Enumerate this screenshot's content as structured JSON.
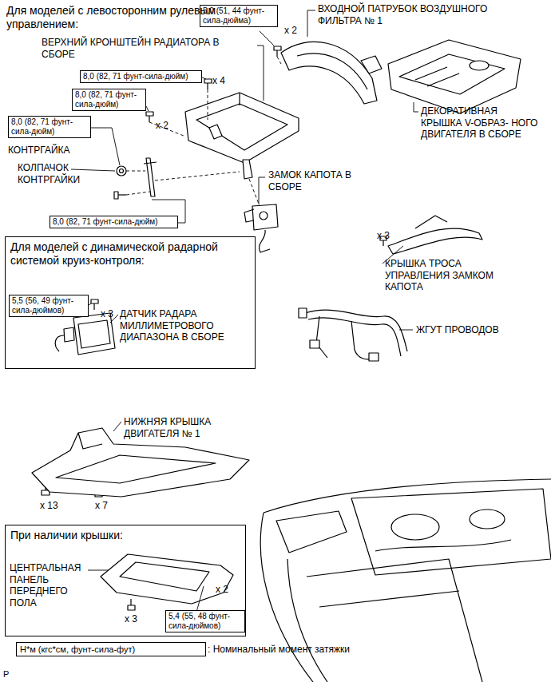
{
  "diagram": {
    "nodes": [
      {
        "text": [
          "5,0 (51, 44 фунт-сила-дюйма)"
        ]
      },
      {
        "text": [
          "8,0 (82, 71 фунт-сила-дюйм)"
        ]
      },
      {
        "text": [
          "8,0 (82, 71 фунт-сила-дюйм)"
        ]
      },
      {
        "text": [
          "8,0 (82, 71 фунт-сила-дюйм)"
        ]
      },
      {
        "text": [
          "8,0 (82, 71 фунт-сила-дюйм)"
        ]
      },
      {
        "text": [
          "Для моделей с динамической радарной системой круиз-контроля:"
        ]
      },
      {
        "text": [
          "5,5 (56, 49 фунт-сила-дюймов)"
        ],
        "in": 5
      },
      {
        "text": [
          "При наличии крышки:"
        ]
      },
      {
        "text": [
          "5,4 (55, 48 фунт-сила-дюймов)"
        ],
        "in": 7
      },
      {
        "text": [
          "Н*м (кгс*см, фунт-сила-фут)"
        ]
      }
    ],
    "labels": [
      "Для моделей с левосторонним рулевым управлением:",
      "ВХОДНОЙ ПАТРУБОК ВОЗДУШНОГО ФИЛЬТРА № 1",
      "x 2",
      "ВЕРХНИЙ КРОНШТЕЙН РАДИАТОРА В СБОРЕ",
      "x 4",
      "x 2",
      "КОНТРГАЙКА",
      "КОЛПАЧОК КОНТРГАЙКИ",
      "ДЕКОРАТИВНАЯ КРЫШКА V-ОБРАЗ- НОГО ДВИГАТЕЛЯ В СБОРЕ",
      "ЗАМОК КАПОТА В СБОРЕ",
      "x 3",
      "КРЫШКА ТРОСА УПРАВЛЕНИЯ ЗАМКОМ КАПОТА",
      "ЖГУТ ПРОВОДОВ",
      "x 3",
      "ДАТЧИК РАДАРА МИЛЛИМЕТРОВОГО ДИАПАЗОНА В СБОРЕ",
      "НИЖНЯЯ КРЫШКА ДВИГАТЕЛЯ № 1",
      "x 13",
      "x 7",
      "ЦЕНТРАЛЬНАЯ ПАНЕЛЬ ПЕРЕДНЕГО ПОЛА",
      "x 2",
      "x 3",
      ": Номинальный момент затяжки",
      "P"
    ]
  }
}
